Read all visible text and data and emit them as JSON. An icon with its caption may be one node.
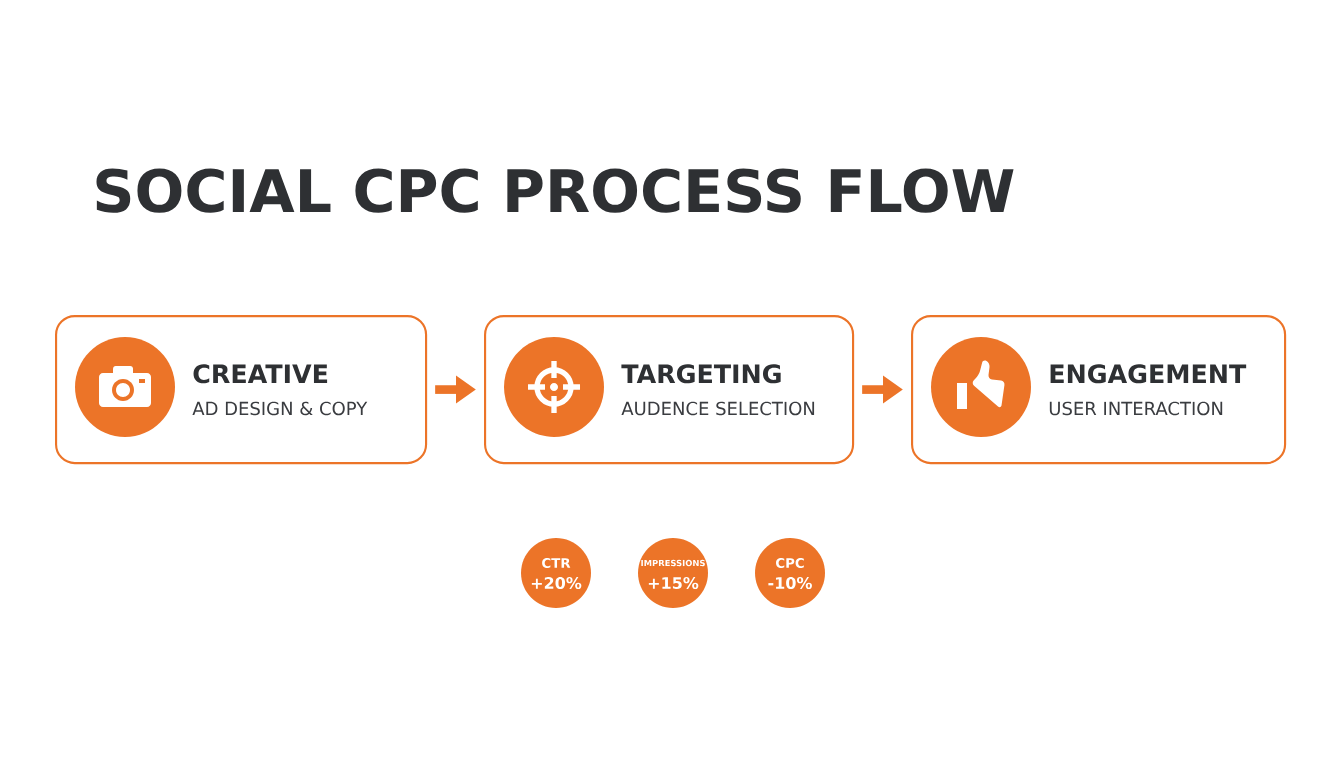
{
  "diagram": {
    "title": "SOCIAL CPC PROCESS FLOW",
    "nodes": [
      {
        "text": [
          "CREATIVE",
          "AD DESIGN & COPY"
        ]
      },
      {
        "text": [
          "TARGETING",
          "AUDENCE SELECTION"
        ]
      },
      {
        "text": [
          "ENGAGEMENT",
          "USER INTERACTION"
        ]
      },
      {
        "text": [
          "CTR",
          "+20%"
        ]
      },
      {
        "text": [
          "IMPRESSIONS",
          "+15%"
        ]
      },
      {
        "text": [
          "CPC",
          "-10%"
        ]
      }
    ],
    "edges": [
      {
        "from": 0,
        "to": 1,
        "arrow": "to"
      },
      {
        "from": 1,
        "to": 2,
        "arrow": "to"
      }
    ]
  }
}
